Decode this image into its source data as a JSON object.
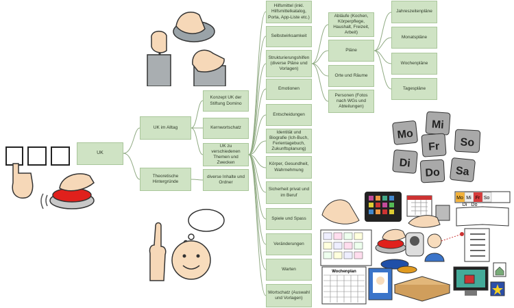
{
  "mindmap": {
    "root": "UK",
    "level1": {
      "alltag": "UK im Alltag",
      "theorie": "Theoretische Hintergründe"
    },
    "level2": {
      "konzept": "Konzept UK der Stiftung Domino",
      "kernwortschatz": "Kernwortschatz",
      "themen": "UK zu verschiedenen Themen und Zwecken",
      "inhalte": "diverse Inhalte und Ordner"
    },
    "topics": [
      "Hilfsmittel (inkl. Hilfsmittelkatalog, Porta, App-Liste etc.)",
      "Selbstwirksamkeit",
      "Strukturierungshilfen (diverse Pläne und Vorlagen)",
      "Emotionen",
      "Entscheidungen",
      "Identität und Biografie (Ich-Buch, Ferientagebuch, Zukunftsplanung)",
      "Körper, Gesundheit, Wahrnehmung",
      "Sicherheit privat und im Beruf",
      "Spiele und Spass",
      "Veränderungen",
      "Warten",
      "Wortschatz (Auswahl und Vorlagen)"
    ],
    "struktur": [
      "Abläufe (Kochen, Körperpflege, Haushalt, Freizeit, Arbeit)",
      "Pläne",
      "Orte und Räume",
      "Personen (Fotos nach WGs und Abteilungen)"
    ],
    "plaene": [
      "Jahreszeitenpläne",
      "Monatspläne",
      "Wochenpläne",
      "Tagespläne"
    ]
  },
  "pictograms": {
    "weekday_tiles": [
      "Mo",
      "Mi",
      "Fr",
      "So",
      "Di",
      "Do",
      "Sa"
    ],
    "calendar_strip": [
      "Mo",
      "Mi",
      "Fr",
      "So",
      "Di",
      "Do"
    ],
    "wochenplan_label": "Wochenplan"
  },
  "colors": {
    "node_fill": "#cfe3c4",
    "node_border": "#a9c69a",
    "connector": "#8faa82"
  }
}
